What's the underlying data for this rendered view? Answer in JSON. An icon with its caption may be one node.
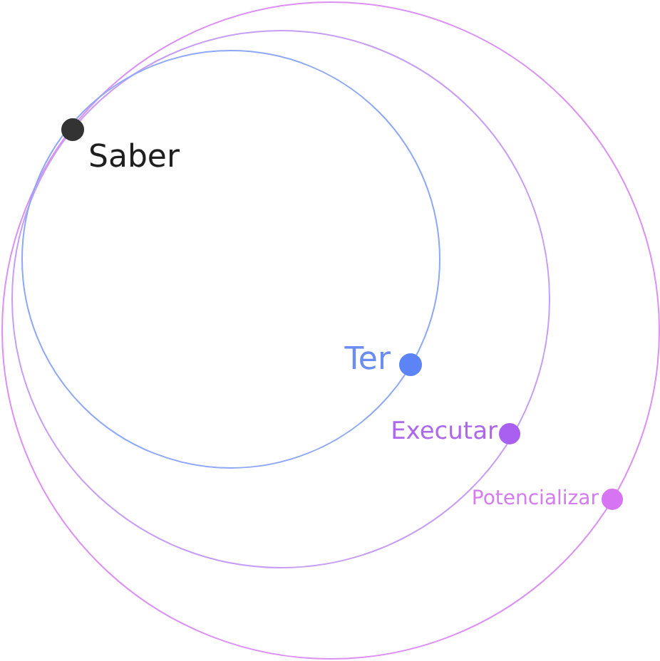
{
  "diagram": {
    "nodes": [
      {
        "text": [
          "Potencializar"
        ]
      },
      {
        "text": [
          "Executar"
        ],
        "in": 0
      },
      {
        "text": [
          "Ter"
        ],
        "in": 1
      },
      {
        "text": [
          "Saber"
        ],
        "in": 2
      }
    ]
  }
}
